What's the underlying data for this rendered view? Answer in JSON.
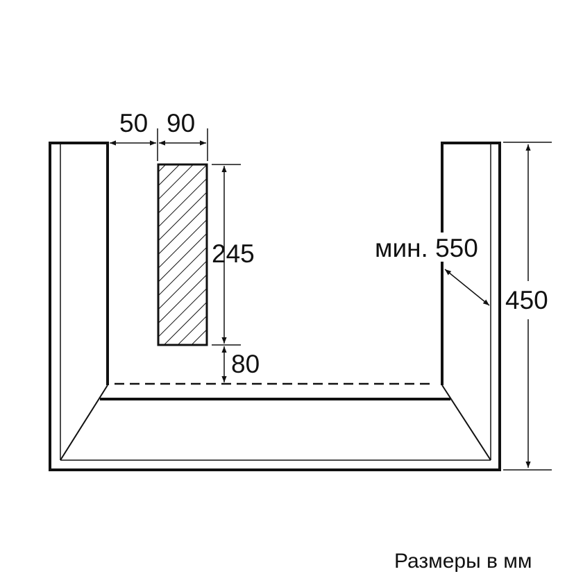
{
  "diagram": {
    "dimensions": {
      "side_gap": "50",
      "width": "90",
      "height": "245",
      "bottom_gap": "80",
      "min_width": "мин. 550",
      "total_height": "450"
    },
    "caption": "Размеры в мм",
    "colors": {
      "line": "#111111",
      "background": "#ffffff"
    }
  }
}
